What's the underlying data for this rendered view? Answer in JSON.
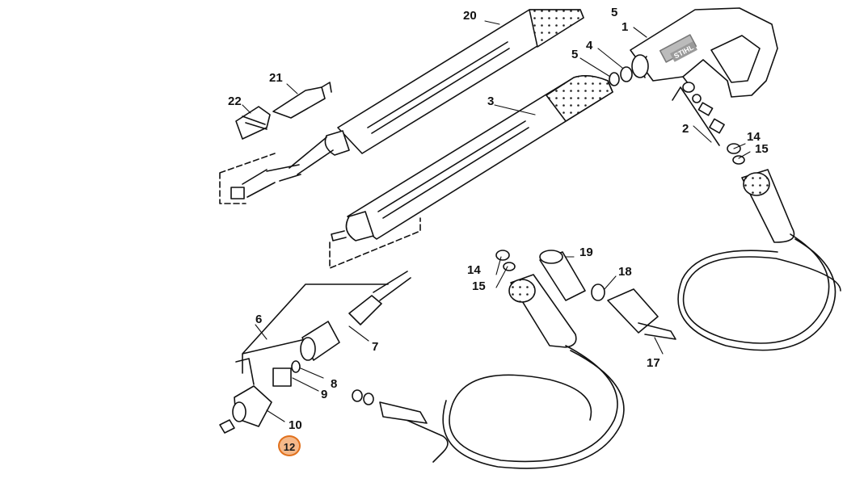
{
  "brand_text": "STIHL",
  "highlight": {
    "label": "12",
    "color": "#e0701c",
    "fill": "#f5b98a"
  },
  "callouts": {
    "c20": "20",
    "c5a": "5",
    "c1": "1",
    "c4": "4",
    "c5b": "5",
    "c21": "21",
    "c22": "22",
    "c3": "3",
    "c2": "2",
    "c14a": "14",
    "c15a": "15",
    "c19": "19",
    "c14b": "14",
    "c15b": "15",
    "c18": "18",
    "c6": "6",
    "c7": "7",
    "c8": "8",
    "c9": "9",
    "c10": "10",
    "c17": "17"
  }
}
